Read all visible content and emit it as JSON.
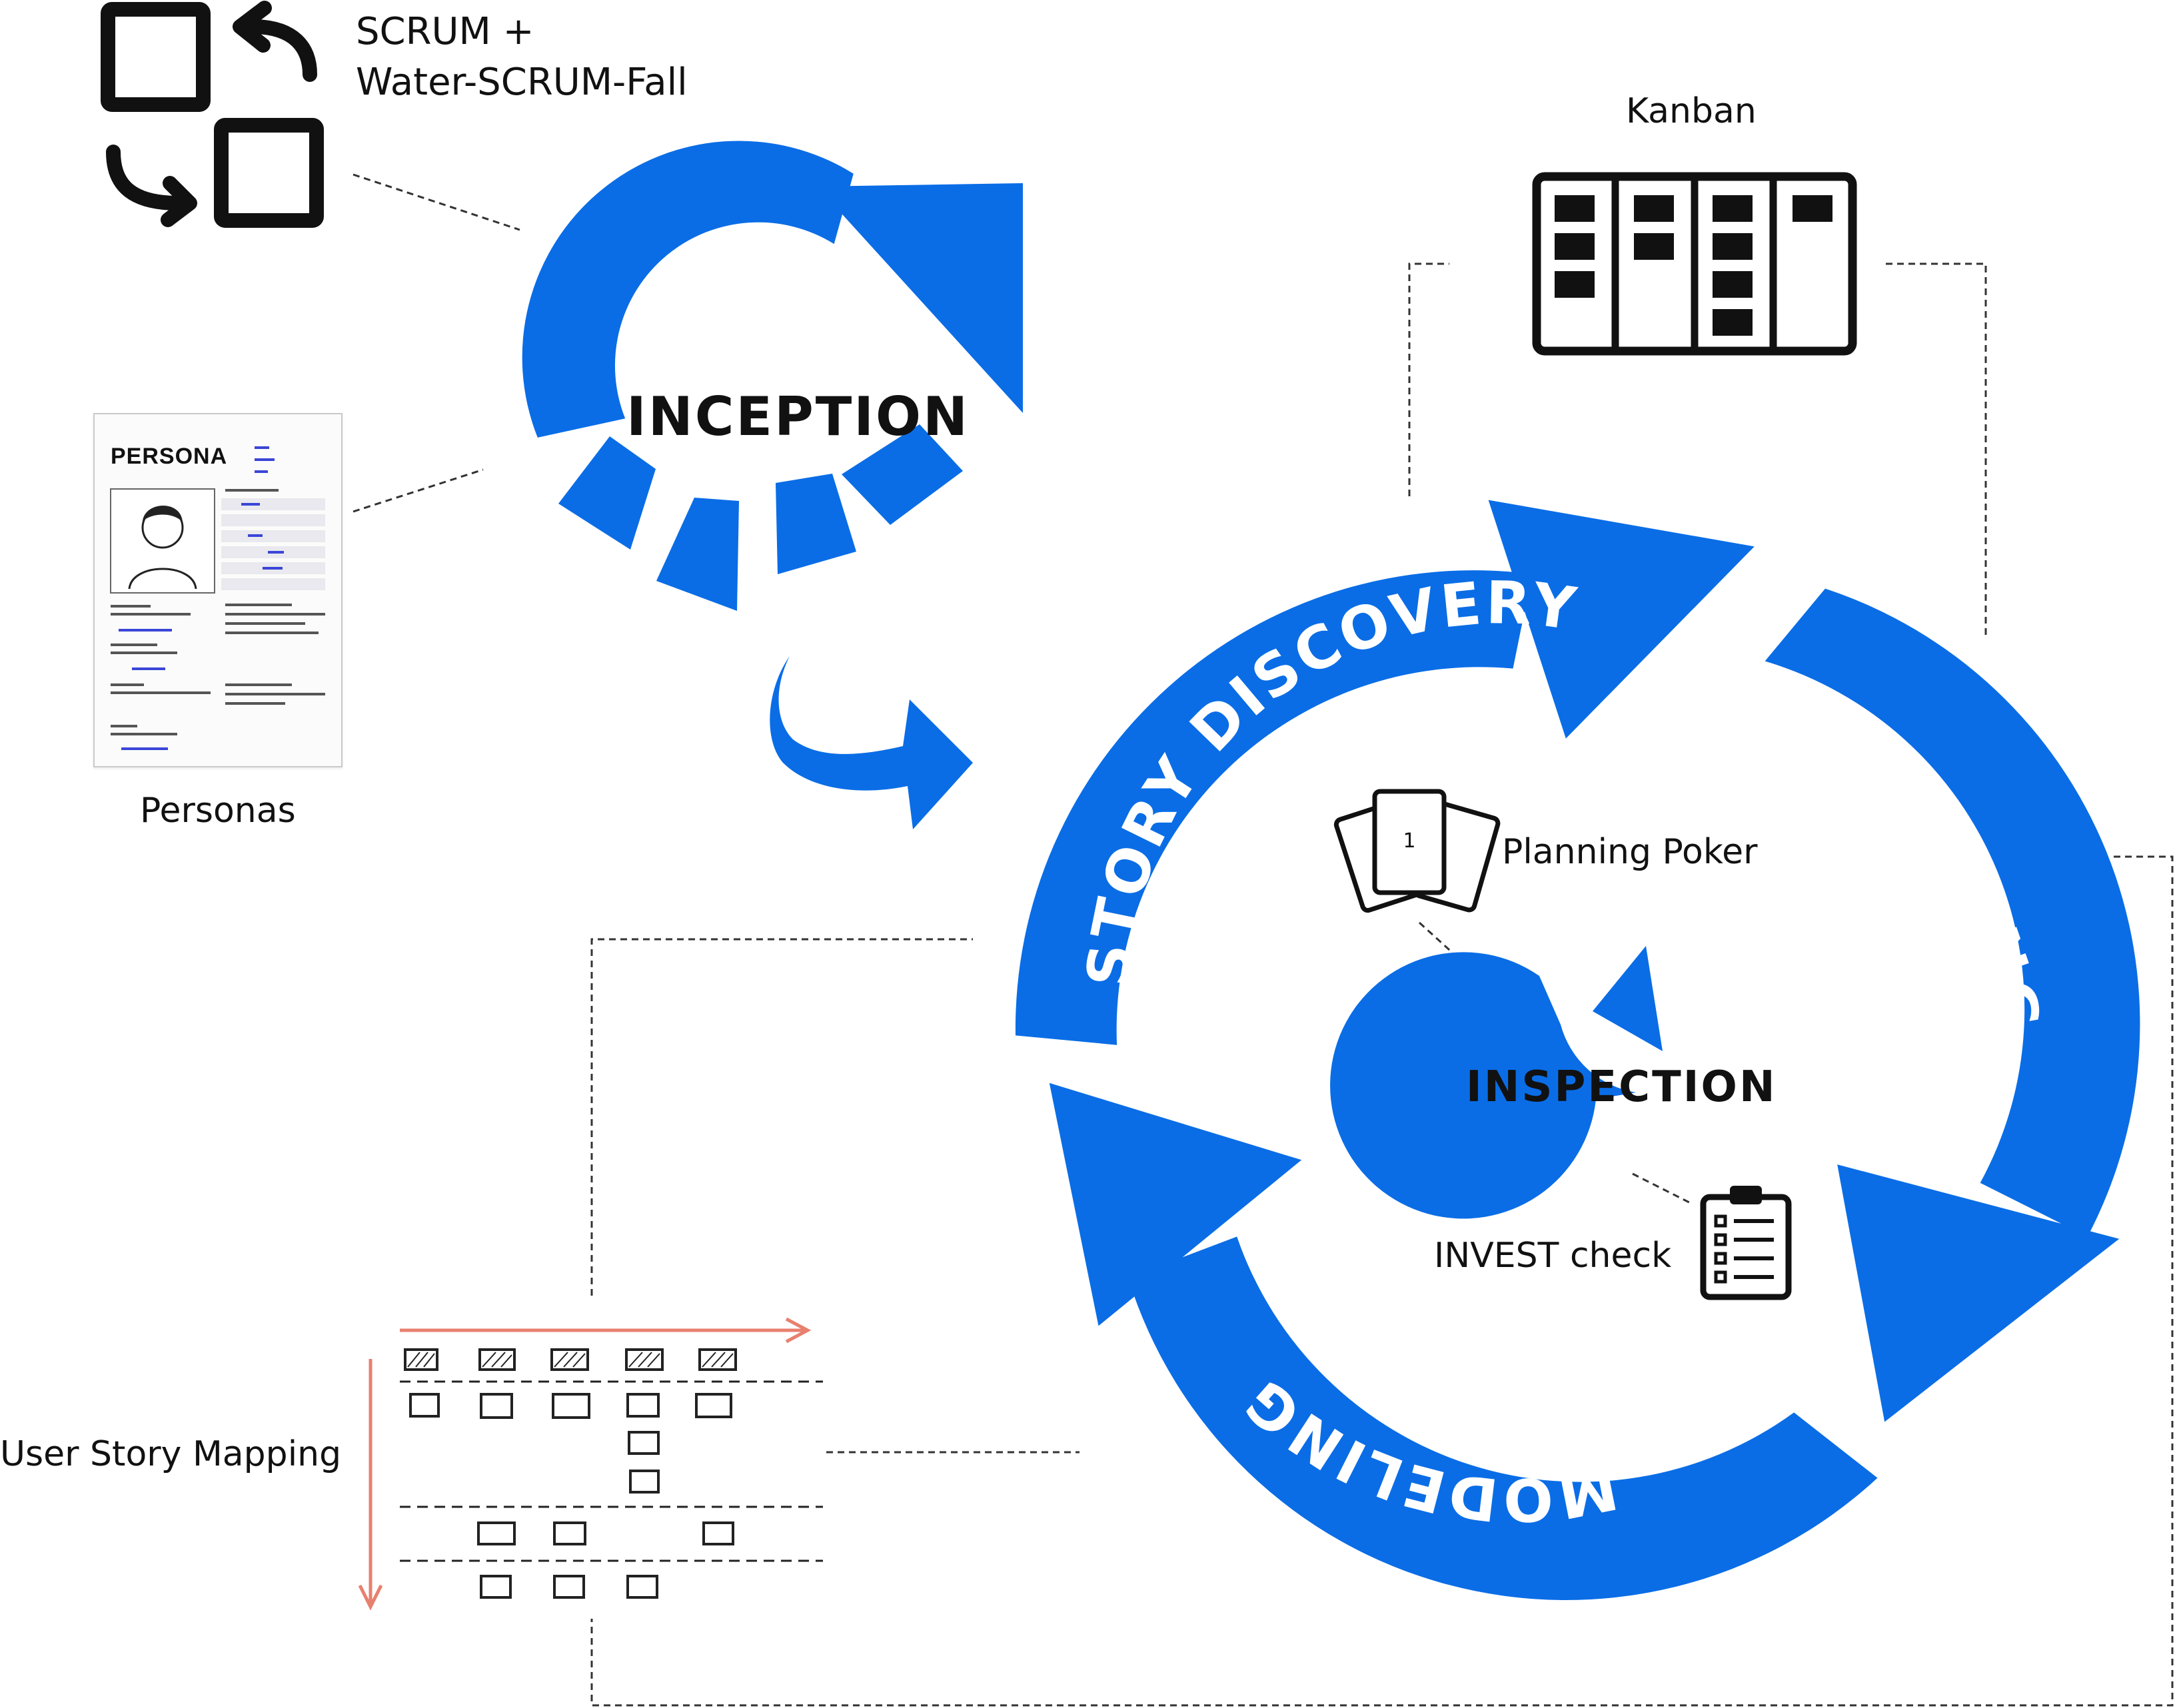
{
  "diagram": {
    "inception": {
      "label": "INCEPTION"
    },
    "cycle": {
      "story_discovery": "STORY DISCOVERY",
      "refining": "REFINING",
      "modeling": "MODELING"
    },
    "inspection": {
      "label": "INSPECTION"
    },
    "scrum": {
      "line1": "SCRUM +",
      "line2": "Water-SCRUM-Fall"
    },
    "kanban": {
      "label": "Kanban"
    },
    "personas": {
      "label": "Personas",
      "doc_title": "PERSONA"
    },
    "planning_poker": {
      "label": "Planning Poker",
      "card_value": "1"
    },
    "invest": {
      "label": "INVEST check"
    },
    "user_story_mapping": {
      "label": "User Story Mapping"
    }
  },
  "colors": {
    "primary_blue": "#0a6de6",
    "map_arrow": "#e8806f",
    "ink": "#111111",
    "connector": "#333333"
  },
  "icons": [
    "scrum-cycle-icon",
    "kanban-board-icon",
    "persona-document-icon",
    "planning-poker-cards-icon",
    "clipboard-checklist-icon",
    "story-map-icon"
  ]
}
